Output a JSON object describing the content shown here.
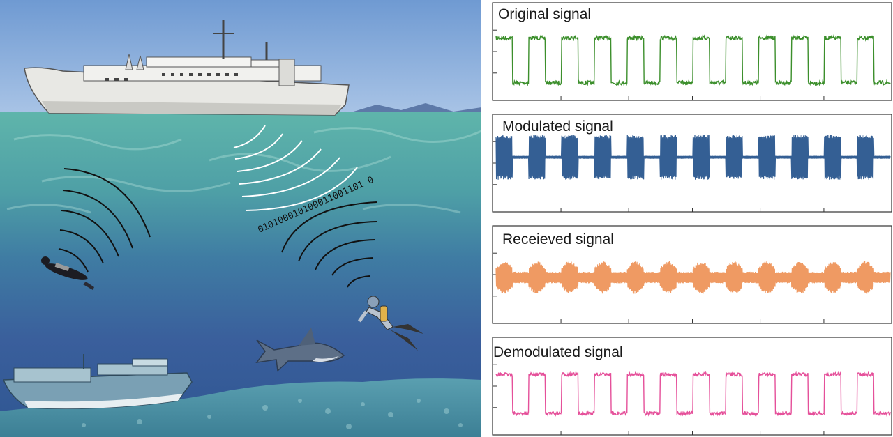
{
  "illustration": {
    "binary_stream": "010100010100011001101 0",
    "icons": [
      "surface-ship-icon",
      "diver-icon",
      "scuba-diver-icon",
      "shark-icon",
      "sunken-ship-icon",
      "coral-reef-icon"
    ]
  },
  "panels": [
    {
      "id": "original",
      "title": "Original signal",
      "type": "digital",
      "color": "#3c8f2c"
    },
    {
      "id": "modulated",
      "title": "Modulated signal",
      "type": "ook",
      "color": "#345f94"
    },
    {
      "id": "received",
      "title": "Receieved signal",
      "type": "received",
      "color": "#ef9a63"
    },
    {
      "id": "demodulated",
      "title": "Demodulated signal",
      "type": "demod",
      "color": "#e5509a"
    }
  ],
  "bit_pattern": [
    1,
    0,
    1,
    0,
    1,
    0,
    1,
    0,
    1,
    0,
    1,
    0,
    1,
    0,
    1,
    0,
    1,
    0,
    1,
    0,
    1,
    0,
    1,
    0
  ],
  "colors": {
    "sky": "#7fa6d6",
    "water_top": "#5cb3a8",
    "water_deep": "#3b5d99",
    "ship_hull": "#e9e9e6",
    "frame": "#333333"
  }
}
